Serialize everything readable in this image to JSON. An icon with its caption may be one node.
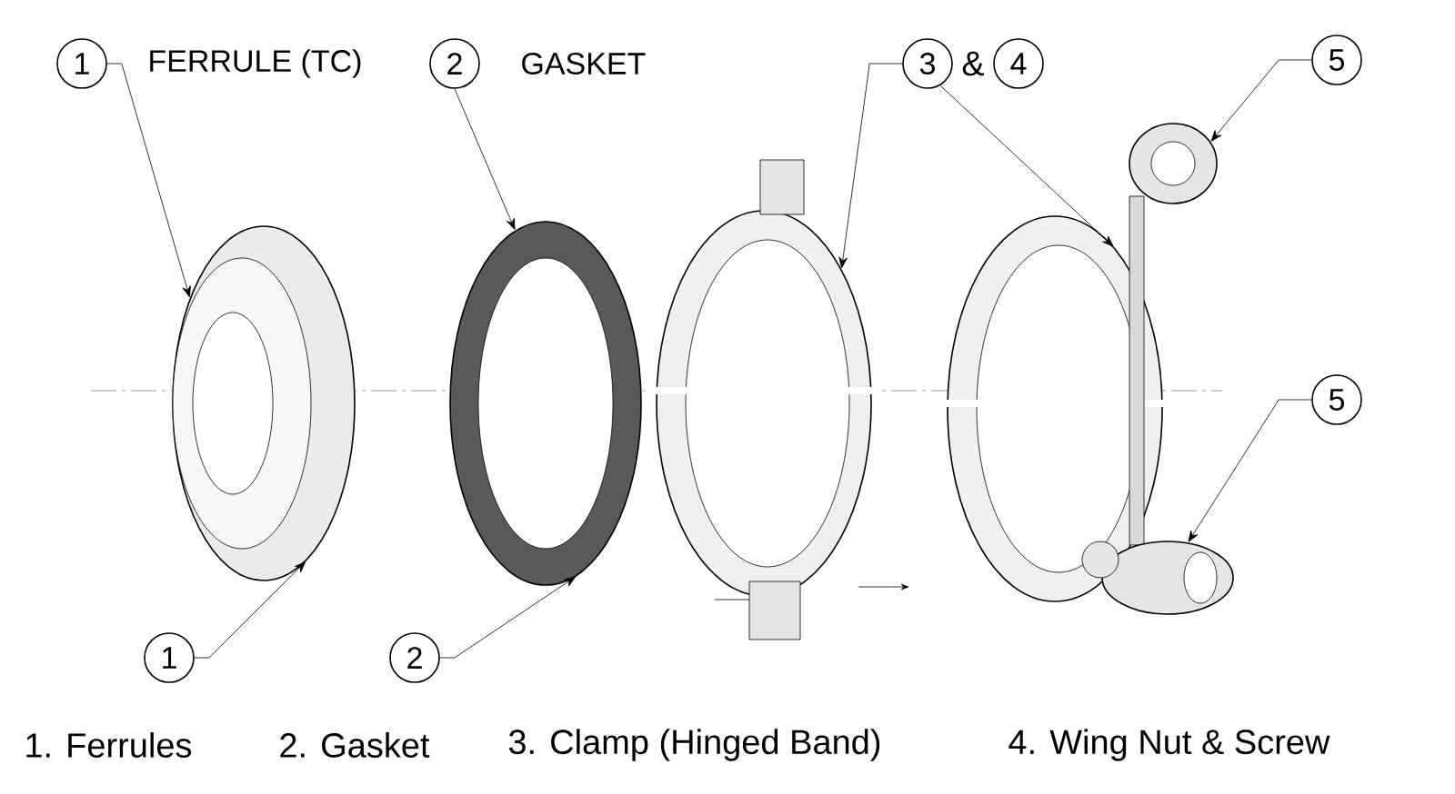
{
  "diagram": {
    "nodes": [
      {
        "text": [
          "1"
        ],
        "beside": [
          "FERRULE (TC)"
        ]
      },
      {
        "text": [
          "2"
        ],
        "beside": [
          "GASKET"
        ]
      },
      {
        "text": [
          "3"
        ]
      },
      {
        "text": [
          "4"
        ]
      },
      {
        "text": [
          "5"
        ]
      },
      {
        "text": [
          "5"
        ]
      },
      {
        "text": [
          "1"
        ]
      },
      {
        "text": [
          "2"
        ]
      },
      {
        "text": [],
        "shape": "picture"
      },
      {
        "text": [],
        "shape": "picture"
      },
      {
        "text": [],
        "shape": "picture"
      },
      {
        "text": [],
        "shape": "picture"
      },
      {
        "text": [],
        "shape": "picture"
      },
      {
        "text": [],
        "shape": "picture"
      }
    ],
    "edges": [
      {
        "from": 0,
        "to": 8,
        "arrow": "to"
      },
      {
        "from": 1,
        "to": 9,
        "arrow": "to"
      },
      {
        "from": 2,
        "to": 10,
        "arrow": "to"
      },
      {
        "from": 2,
        "to": 11,
        "arrow": "to"
      },
      {
        "from": 4,
        "to": 12,
        "arrow": "to"
      },
      {
        "from": 5,
        "to": 13,
        "arrow": "to"
      },
      {
        "from": 6,
        "to": 8,
        "arrow": "to"
      },
      {
        "from": 7,
        "to": 9,
        "arrow": "to"
      }
    ],
    "labels": [
      "&",
      "1. Ferrules",
      "2. Gasket",
      "3. Clamp (Hinged Band)",
      "4. Wing Nut & Screw"
    ]
  }
}
